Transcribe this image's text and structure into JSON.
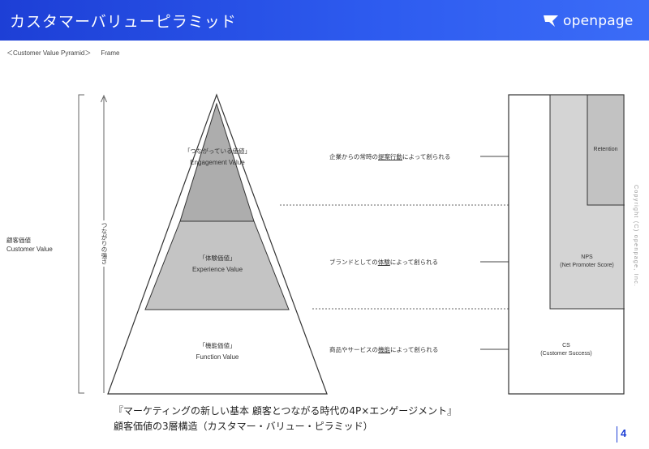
{
  "header": {
    "title": "カスタマーバリューピラミッド",
    "logo_text": "openpage",
    "logo_icon": "openpage-logo-icon"
  },
  "subtitle": {
    "label": "＜Customer Value Pyramid＞",
    "frame": "Frame"
  },
  "left_axis": {
    "label_ja": "顧客価値",
    "label_en": "Customer Value"
  },
  "strength_axis": {
    "label": "つながりの強さ"
  },
  "pyramid": {
    "tiers": [
      {
        "ja": "「つながっている価値」",
        "en": "Engagement Value"
      },
      {
        "ja": "「体験価値」",
        "en": "Experience Value"
      },
      {
        "ja": "「機能価値」",
        "en": "Function Value"
      }
    ]
  },
  "descriptions": [
    {
      "pre": "企業からの常時の",
      "em": "提案行動",
      "post": "によって創られる"
    },
    {
      "pre": "ブランドとしての",
      "em": "体験",
      "post": "によって創られる"
    },
    {
      "pre": "商品やサービスの",
      "em": "機能",
      "post": "によって創られる"
    }
  ],
  "metrics": {
    "retention": "Retention",
    "nps": "NPS",
    "nps_full": "(Net Promoter Score)",
    "cs": "CS",
    "cs_full": "(Customer Success)"
  },
  "copyright": "Copyright (C) openpage, Inc.",
  "book": {
    "title": "『マーケティングの新しい基本 顧客とつながる時代の4P×エンゲージメント』",
    "caption": "顧客価値の3層構造（カスタマー・バリュー・ピラミッド）"
  },
  "page_number": "4",
  "colors": {
    "header_blue": "#1d3fd6",
    "tier_fill": "#bdbdbd",
    "tier_fill_dark": "#a8a8a8"
  }
}
